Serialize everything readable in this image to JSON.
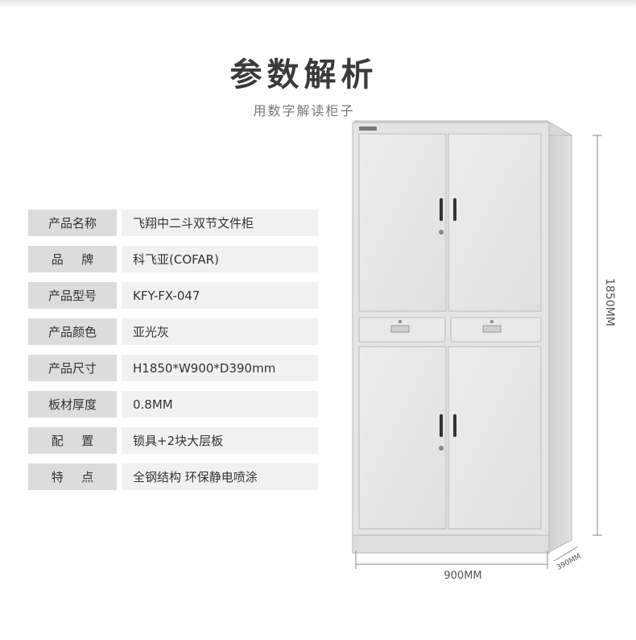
{
  "header": {
    "title": "参数解析",
    "subtitle": "用数字解读柜子"
  },
  "specs": [
    {
      "label": "产品名称",
      "value": "飞翔中二斗双节文件柜"
    },
    {
      "label": "品牌",
      "value": "科飞亚(COFAR)"
    },
    {
      "label": "产品型号",
      "value": "KFY-FX-047"
    },
    {
      "label": "产品颜色",
      "value": "亚光灰"
    },
    {
      "label": "产品尺寸",
      "value": "H1850*W900*D390mm"
    },
    {
      "label": "板材厚度",
      "value": "0.8MM"
    },
    {
      "label": "配置",
      "value": "锁具+2块大层板"
    },
    {
      "label": "特点",
      "value": "全钢结构 环保静电喷涂"
    }
  ],
  "dimensions": {
    "height_label": "1850MM",
    "width_label": "900MM",
    "depth_label": "390MM"
  },
  "colors": {
    "cabinet_body": "#e6e6e6",
    "label_bg": "#dcdcdc",
    "value_bg": "#f1f1f1"
  }
}
